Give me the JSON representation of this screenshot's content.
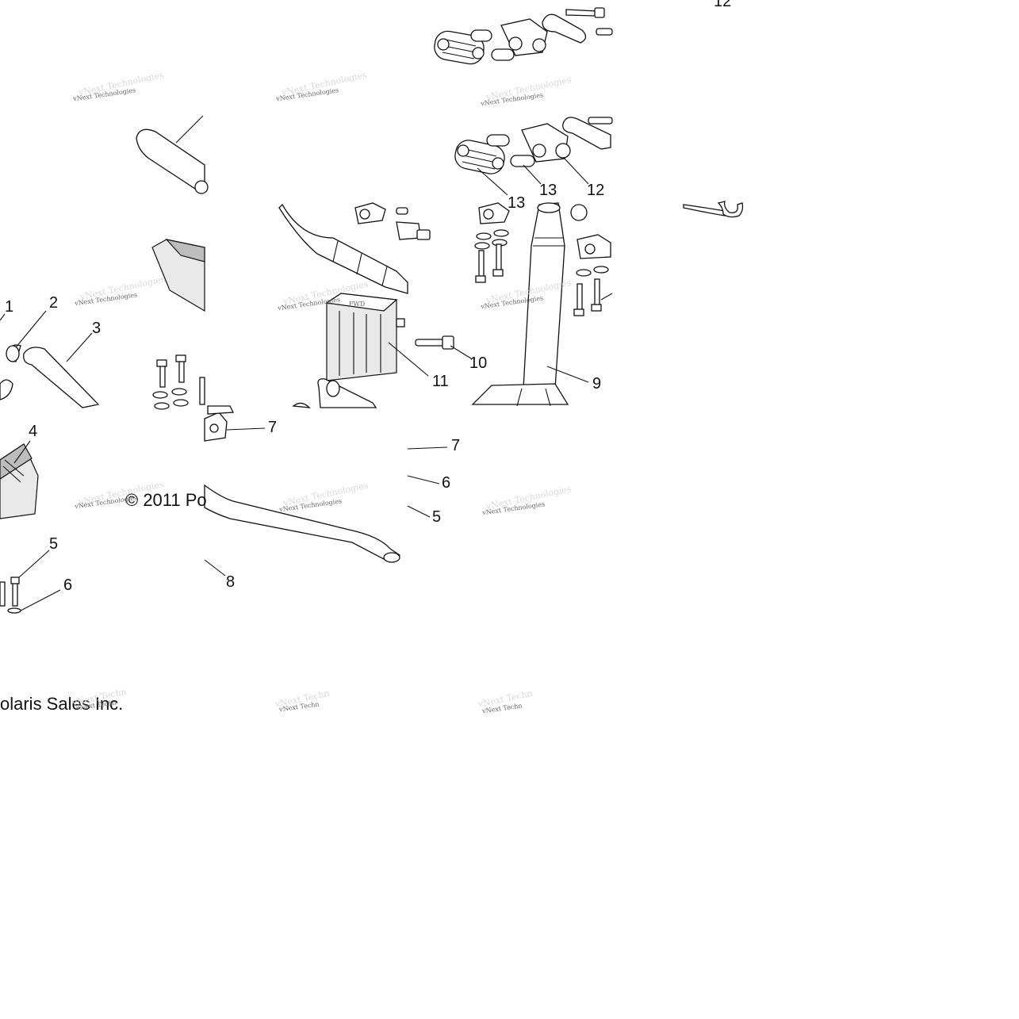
{
  "copyright": {
    "part1": "© 2011 Po",
    "part2": "olaris Sales Inc."
  },
  "watermark": "vNext Technologies",
  "watermark_short": "vNext Techn",
  "callouts": {
    "c1": "1",
    "c2": "2",
    "c3": "3",
    "c4": "4",
    "c5a": "5",
    "c5b": "5",
    "c6a": "6",
    "c6b": "6",
    "c7a": "7",
    "c7b": "7",
    "c8": "8",
    "c9": "9",
    "c10": "10",
    "c11": "11",
    "c12a": "12",
    "c12b": "12",
    "c13a": "13",
    "c13b": "13"
  },
  "clamp_label": "FWD"
}
